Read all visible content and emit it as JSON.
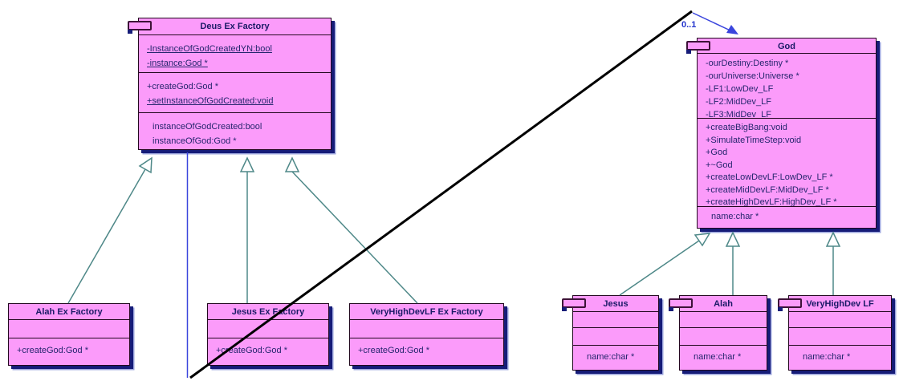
{
  "diagram": {
    "type": "uml-class-diagram",
    "colors": {
      "class_fill": "#fb9bfa",
      "class_border": "#23081f",
      "class_shadow": "#161c78",
      "member_text": "#26266e",
      "title_text": "#1a1a66",
      "inheritance_line": "#4e8888",
      "association_line": "#3a45dd",
      "crossing_line": "#000000",
      "multiplicity_text": "#2233cc"
    },
    "association": {
      "multiplicity_label": "0..1"
    },
    "classes": {
      "deus_ex_factory": {
        "title": "Deus Ex Factory",
        "attributes": [
          {
            "text": "-InstanceOfGodCreatedYN:bool",
            "underline": true
          },
          {
            "text": "-instance:God *",
            "underline": true
          }
        ],
        "operations": [
          {
            "text": "+createGod:God *",
            "underline": false
          },
          {
            "text": "+setInstanceOfGodCreated:void",
            "underline": true
          }
        ],
        "extras": [
          {
            "text": "instanceOfGodCreated:bool"
          },
          {
            "text": "instanceOfGod:God *"
          }
        ]
      },
      "god": {
        "title": "God",
        "attributes": [
          {
            "text": "-ourDestiny:Destiny *"
          },
          {
            "text": "-ourUniverse:Universe *"
          },
          {
            "text": "-LF1:LowDev_LF"
          },
          {
            "text": "-LF2:MidDev_LF"
          },
          {
            "text": "-LF3:MidDev_LF"
          }
        ],
        "operations": [
          {
            "text": "+createBigBang:void"
          },
          {
            "text": "+SimulateTimeStep:void"
          },
          {
            "text": "+God"
          },
          {
            "text": "+~God"
          },
          {
            "text": "+createLowDevLF:LowDev_LF *"
          },
          {
            "text": "+createMidDevLF:MidDev_LF *"
          },
          {
            "text": "+createHighDevLF:HighDev_LF *"
          }
        ],
        "extras": [
          {
            "text": "name:char *"
          }
        ]
      },
      "alah_ex_factory": {
        "title": "Alah Ex Factory",
        "operations": [
          {
            "text": "+createGod:God *"
          }
        ]
      },
      "jesus_ex_factory": {
        "title": "Jesus Ex Factory",
        "operations": [
          {
            "text": "+createGod:God *"
          }
        ]
      },
      "veryhighdevlf_ex_factory": {
        "title": "VeryHighDevLF Ex Factory",
        "operations": [
          {
            "text": "+createGod:God *"
          }
        ]
      },
      "jesus": {
        "title": "Jesus",
        "extras": [
          {
            "text": "name:char *"
          }
        ]
      },
      "alah": {
        "title": "Alah",
        "extras": [
          {
            "text": "name:char *"
          }
        ]
      },
      "veryhighdev_lf": {
        "title": "VeryHighDev LF",
        "extras": [
          {
            "text": "name:char *"
          }
        ]
      }
    }
  }
}
